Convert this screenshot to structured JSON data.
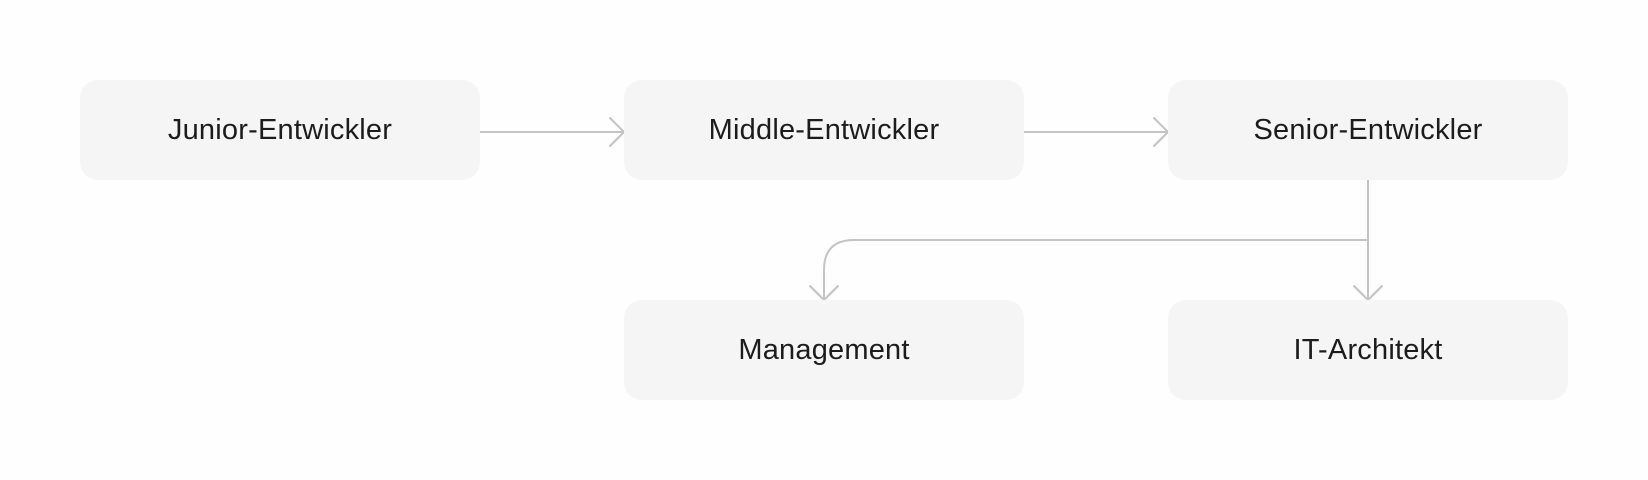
{
  "diagram": {
    "nodes": {
      "junior": "Junior-Entwickler",
      "middle": "Middle-Entwickler",
      "senior": "Senior-Entwickler",
      "management": "Management",
      "architect": "IT-Architekt"
    },
    "edges": [
      {
        "from": "junior",
        "to": "middle"
      },
      {
        "from": "middle",
        "to": "senior"
      },
      {
        "from": "senior",
        "to": "management"
      },
      {
        "from": "senior",
        "to": "architect"
      }
    ],
    "colors": {
      "node_fill": "#f5f5f5",
      "connector": "#c4c4c4",
      "text": "#1c1c1c"
    }
  }
}
